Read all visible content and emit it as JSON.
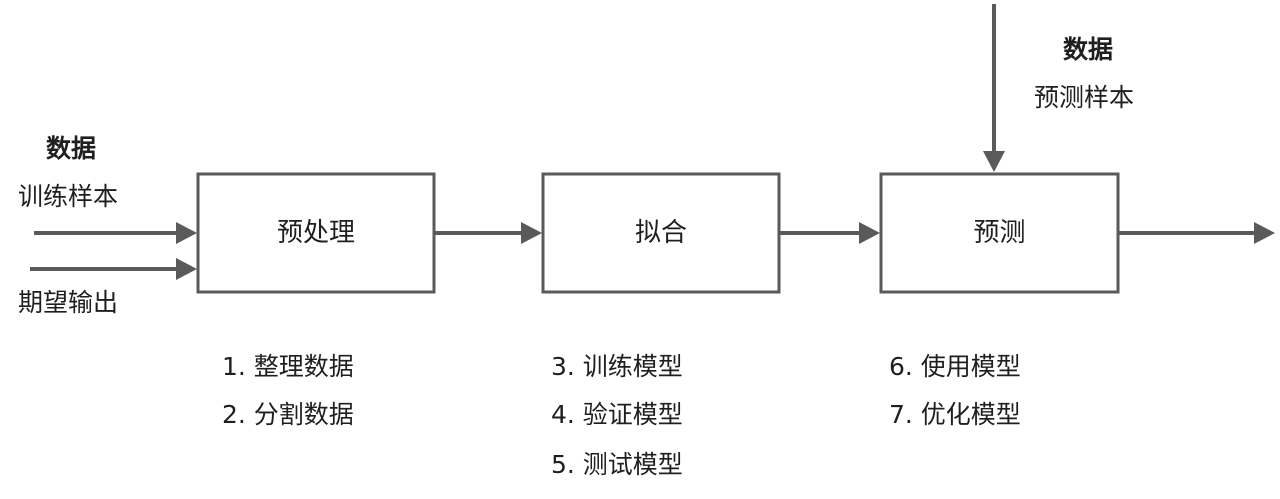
{
  "inputs": {
    "data_title": "数据",
    "training_samples": "训练样本",
    "expected_output": "期望输出"
  },
  "predict_input": {
    "data_title": "数据",
    "predict_samples": "预测样本"
  },
  "stages": [
    {
      "label": "预处理",
      "steps": [
        "1. 整理数据",
        "2. 分割数据"
      ]
    },
    {
      "label": "拟合",
      "steps": [
        "3. 训练模型",
        "4. 验证模型",
        "5. 测试模型"
      ]
    },
    {
      "label": "预测",
      "steps": [
        "6. 使用模型",
        "7. 优化模型"
      ]
    }
  ],
  "colors": {
    "stroke": "#5a5a5a",
    "text": "#1f1f1f",
    "background": "#ffffff"
  }
}
